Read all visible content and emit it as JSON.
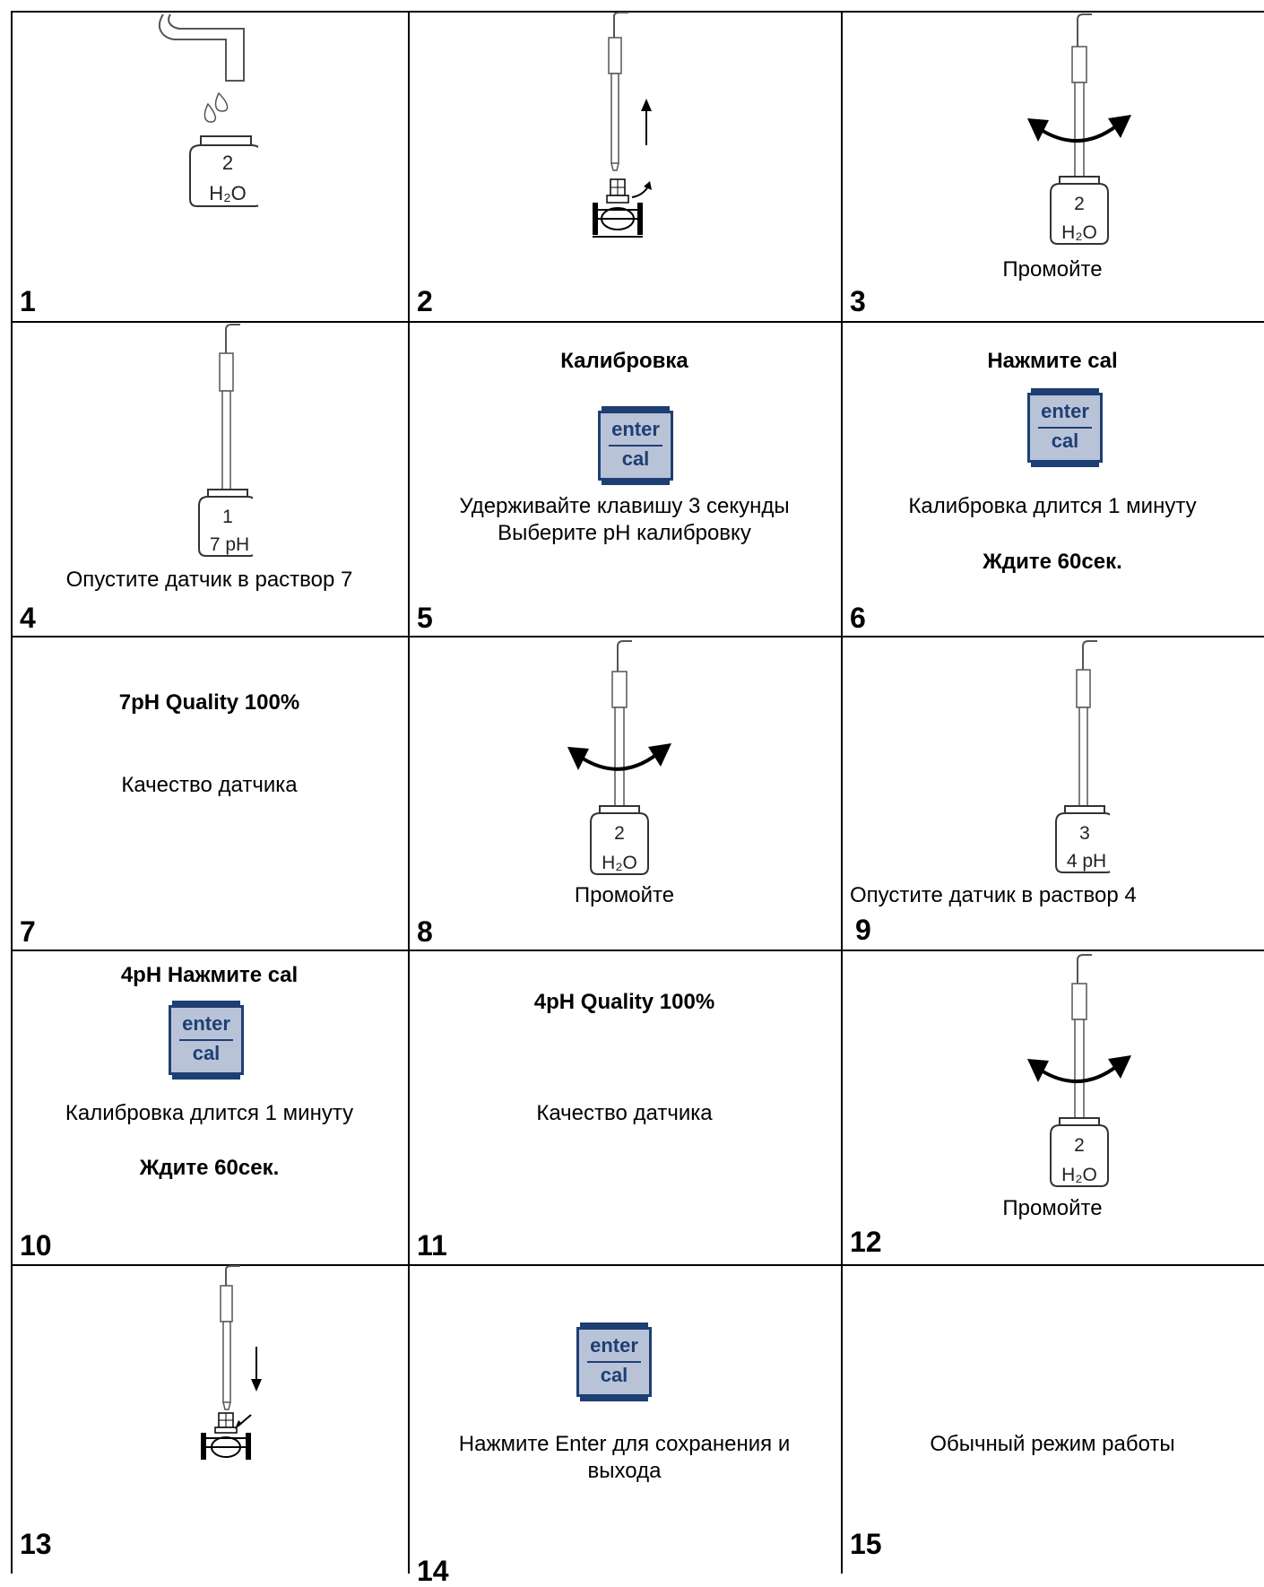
{
  "steps": [
    {
      "number": "1",
      "caption": ""
    },
    {
      "number": "2",
      "caption": ""
    },
    {
      "number": "3",
      "caption": "Промойте"
    },
    {
      "number": "4",
      "caption": "Опустите датчик в раствор 7"
    },
    {
      "number": "5",
      "title": "Калибровка",
      "caption_line1": "Удерживайте клавишу 3 секунды",
      "caption_line2": "Выберите pH калибровку"
    },
    {
      "number": "6",
      "title": "Нажмите cal",
      "caption": "Калибровка длится 1 минуту",
      "note": "Ждите 60сек."
    },
    {
      "number": "7",
      "title": "7pH Quality 100%",
      "caption": "Качество датчика"
    },
    {
      "number": "8",
      "caption": "Промойте"
    },
    {
      "number": "9",
      "caption": "Опустите датчик в раствор 4"
    },
    {
      "number": "10",
      "title": "4pH Нажмите cal",
      "caption": "Калибровка длится 1 минуту",
      "note": "Ждите 60сек."
    },
    {
      "number": "11",
      "title": "4pH Quality 100%",
      "caption": "Качество датчика"
    },
    {
      "number": "12",
      "caption": "Промойте"
    },
    {
      "number": "13",
      "caption": ""
    },
    {
      "number": "14",
      "caption_line1": "Нажмите Enter для сохранения и",
      "caption_line2": "выхода"
    },
    {
      "number": "15",
      "caption": "Обычный режим работы"
    }
  ],
  "key": {
    "top_label": "enter",
    "bottom_label": "cal"
  },
  "bottles": {
    "rinse": {
      "number": "2",
      "label": "H₂O"
    },
    "buffer7": {
      "number": "1",
      "label": "7 pH"
    },
    "buffer4": {
      "number": "3",
      "label": "4 pH"
    }
  },
  "colors": {
    "key_fill": "#b9c3d8",
    "key_border": "#1e3f73",
    "grid": "#000000"
  },
  "icons": [
    "faucet-icon",
    "water-drops-icon",
    "bottle-icon",
    "probe-icon",
    "up-arrow-icon",
    "down-arrow-icon",
    "swirl-arrow-icon",
    "pipe-clamp-icon",
    "enter-cal-key-icon"
  ]
}
